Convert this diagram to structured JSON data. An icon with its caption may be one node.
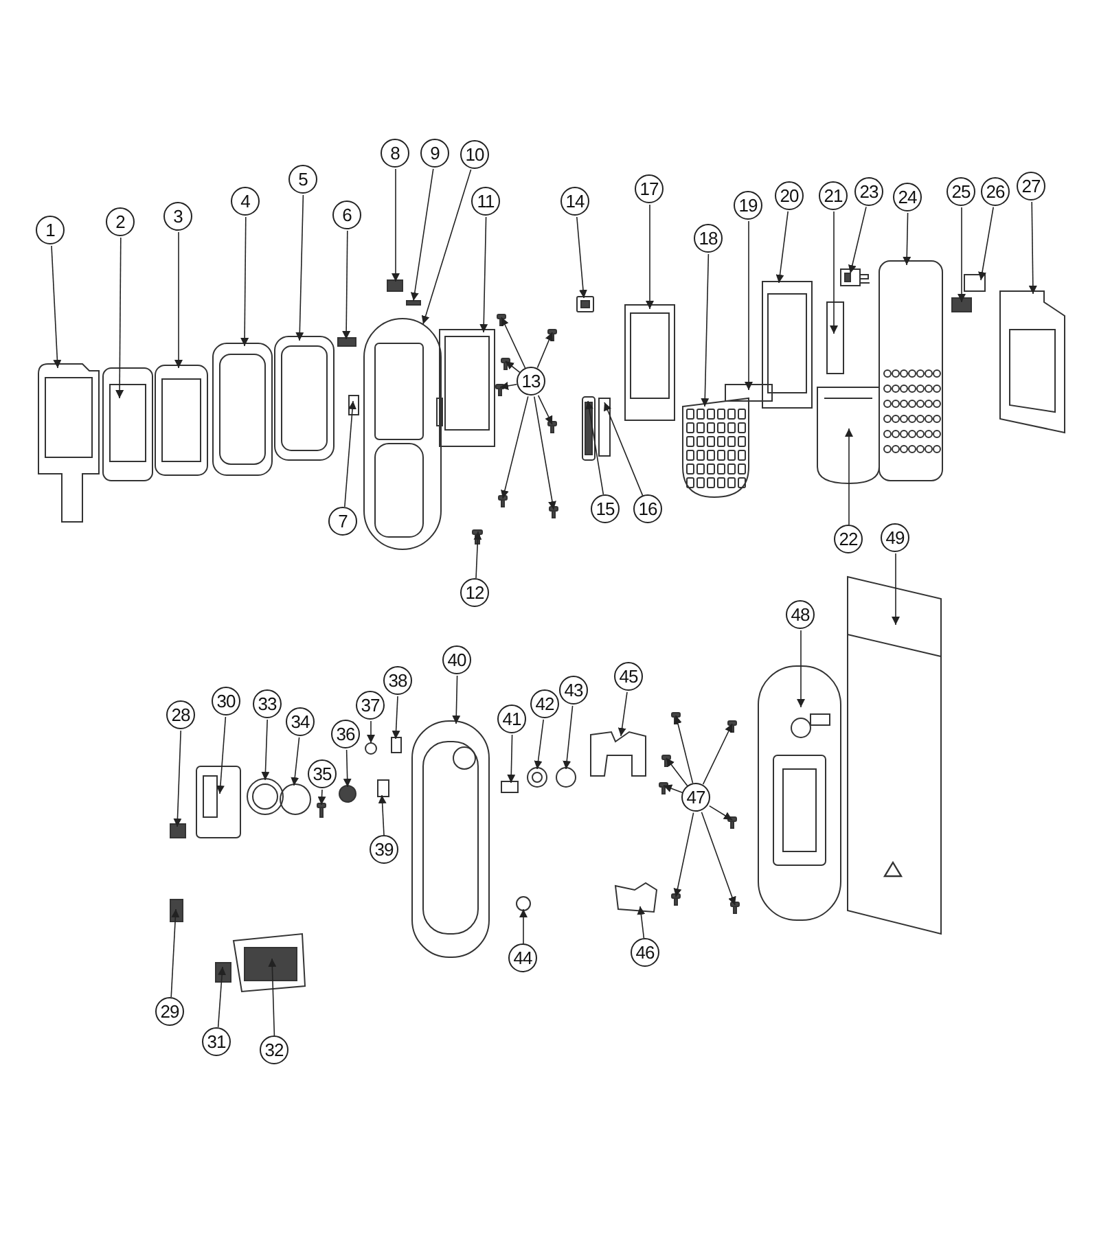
{
  "diagram": {
    "nodes": [
      {
        "text": [
          "1"
        ]
      },
      {
        "text": [
          "2"
        ]
      },
      {
        "text": [
          "3"
        ]
      },
      {
        "text": [
          "4"
        ]
      },
      {
        "text": [
          "5"
        ]
      },
      {
        "text": [
          "6"
        ]
      },
      {
        "text": [
          "7"
        ]
      },
      {
        "text": [
          "8"
        ]
      },
      {
        "text": [
          "9"
        ]
      },
      {
        "text": [
          "10"
        ]
      },
      {
        "text": [
          "11"
        ]
      },
      {
        "text": [
          "12"
        ]
      },
      {
        "text": [
          "13"
        ]
      },
      {
        "text": [
          "14"
        ]
      },
      {
        "text": [
          "15"
        ]
      },
      {
        "text": [
          "16"
        ]
      },
      {
        "text": [
          "17"
        ]
      },
      {
        "text": [
          "18"
        ]
      },
      {
        "text": [
          "19"
        ]
      },
      {
        "text": [
          "20"
        ]
      },
      {
        "text": [
          "21"
        ]
      },
      {
        "text": [
          "22"
        ]
      },
      {
        "text": [
          "23"
        ]
      },
      {
        "text": [
          "24"
        ]
      },
      {
        "text": [
          "25"
        ]
      },
      {
        "text": [
          "26"
        ]
      },
      {
        "text": [
          "27"
        ]
      },
      {
        "text": [
          "28"
        ]
      },
      {
        "text": [
          "29"
        ]
      },
      {
        "text": [
          "30"
        ]
      },
      {
        "text": [
          "31"
        ]
      },
      {
        "text": [
          "32"
        ]
      },
      {
        "text": [
          "33"
        ]
      },
      {
        "text": [
          "34"
        ]
      },
      {
        "text": [
          "35"
        ]
      },
      {
        "text": [
          "36"
        ]
      },
      {
        "text": [
          "37"
        ]
      },
      {
        "text": [
          "38"
        ]
      },
      {
        "text": [
          "39"
        ]
      },
      {
        "text": [
          "40"
        ]
      },
      {
        "text": [
          "41"
        ]
      },
      {
        "text": [
          "42"
        ]
      },
      {
        "text": [
          "43"
        ]
      },
      {
        "text": [
          "44"
        ]
      },
      {
        "text": [
          "45"
        ]
      },
      {
        "text": [
          "46"
        ]
      },
      {
        "text": [
          "47"
        ]
      },
      {
        "text": [
          "48"
        ]
      },
      {
        "text": [
          "49"
        ]
      },
      {
        "text": [],
        "shape": "picture"
      },
      {
        "text": [],
        "shape": "picture"
      },
      {
        "text": [],
        "shape": "picture"
      },
      {
        "text": [],
        "shape": "picture"
      },
      {
        "text": [],
        "shape": "picture"
      },
      {
        "text": [],
        "shape": "box"
      },
      {
        "text": [],
        "shape": "box"
      },
      {
        "text": [],
        "shape": "box"
      },
      {
        "text": [],
        "shape": "box"
      },
      {
        "text": [],
        "shape": "picture"
      },
      {
        "text": [],
        "shape": "picture"
      },
      {
        "text": [],
        "shape": "picture"
      },
      {
        "text": [],
        "shape": "picture"
      },
      {
        "text": [],
        "shape": "picture"
      },
      {
        "text": [],
        "shape": "picture"
      },
      {
        "text": [],
        "shape": "picture"
      },
      {
        "text": [],
        "shape": "picture"
      },
      {
        "text": [],
        "shape": "picture"
      },
      {
        "text": [],
        "shape": "picture"
      },
      {
        "text": [],
        "shape": "picture"
      },
      {
        "text": [],
        "shape": "picture"
      },
      {
        "text": [],
        "shape": "box"
      },
      {
        "text": [],
        "shape": "picture"
      },
      {
        "text": [],
        "shape": "picture"
      },
      {
        "text": [],
        "shape": "box"
      },
      {
        "text": [],
        "shape": "picture"
      },
      {
        "text": [],
        "shape": "box"
      },
      {
        "text": [],
        "shape": "picture"
      },
      {
        "text": [],
        "shape": "picture"
      },
      {
        "text": [],
        "shape": "picture"
      },
      {
        "text": [],
        "shape": "box"
      },
      {
        "text": [],
        "shape": "box"
      },
      {
        "text": [],
        "shape": "picture"
      },
      {
        "text": [],
        "shape": "box"
      },
      {
        "text": [],
        "shape": "box"
      },
      {
        "text": [],
        "shape": "picture"
      },
      {
        "text": [],
        "shape": "box"
      },
      {
        "text": [],
        "shape": "picture"
      },
      {
        "text": [],
        "shape": "picture"
      },
      {
        "text": [],
        "shape": "circle"
      },
      {
        "text": [],
        "shape": "picture"
      },
      {
        "text": [],
        "shape": "circle"
      },
      {
        "text": [],
        "shape": "circle"
      },
      {
        "text": [],
        "shape": "box"
      },
      {
        "text": [],
        "shape": "box"
      },
      {
        "text": [],
        "shape": "picture"
      },
      {
        "text": [],
        "shape": "box"
      },
      {
        "text": [],
        "shape": "picture"
      },
      {
        "text": [],
        "shape": "circle"
      },
      {
        "text": [],
        "shape": "circle"
      },
      {
        "text": [],
        "shape": "picture"
      },
      {
        "text": [],
        "shape": "picture"
      },
      {
        "text": [],
        "shape": "picture"
      },
      {
        "text": [],
        "shape": "picture"
      },
      {
        "text": [],
        "shape": "picture"
      },
      {
        "text": [],
        "shape": "picture"
      },
      {
        "text": [],
        "shape": "picture"
      },
      {
        "text": [],
        "shape": "picture"
      },
      {
        "text": [],
        "shape": "picture"
      },
      {
        "text": [],
        "shape": "picture"
      },
      {
        "text": [],
        "shape": "picture"
      }
    ],
    "edges": [
      {
        "from": 0,
        "to": 49,
        "arrow": "to"
      },
      {
        "from": 1,
        "to": 50,
        "arrow": "to"
      },
      {
        "from": 2,
        "to": 51,
        "arrow": "to"
      },
      {
        "from": 3,
        "to": 52,
        "arrow": "to"
      },
      {
        "from": 4,
        "to": 53,
        "arrow": "to"
      },
      {
        "from": 5,
        "to": 54,
        "arrow": "to"
      },
      {
        "from": 6,
        "to": 55,
        "arrow": "to"
      },
      {
        "from": 7,
        "to": 56,
        "arrow": "to"
      },
      {
        "from": 8,
        "to": 57,
        "arrow": "to"
      },
      {
        "from": 9,
        "to": 58,
        "arrow": "to"
      },
      {
        "from": 10,
        "to": 59,
        "arrow": "to"
      },
      {
        "from": 11,
        "to": 60,
        "arrow": "to"
      },
      {
        "from": 12,
        "to": 61,
        "arrow": "to"
      },
      {
        "from": 12,
        "to": 62,
        "arrow": "to"
      },
      {
        "from": 12,
        "to": 63,
        "arrow": "to"
      },
      {
        "from": 12,
        "to": 64,
        "arrow": "to"
      },
      {
        "from": 12,
        "to": 65,
        "arrow": "to"
      },
      {
        "from": 12,
        "to": 66,
        "arrow": "to"
      },
      {
        "from": 12,
        "to": 67,
        "arrow": "to"
      },
      {
        "from": 13,
        "to": 68,
        "arrow": "to"
      },
      {
        "from": 14,
        "to": 69,
        "arrow": "to"
      },
      {
        "from": 15,
        "to": 70,
        "arrow": "to"
      },
      {
        "from": 16,
        "to": 71,
        "arrow": "to"
      },
      {
        "from": 17,
        "to": 72,
        "arrow": "to"
      },
      {
        "from": 18,
        "to": 73,
        "arrow": "to"
      },
      {
        "from": 19,
        "to": 74,
        "arrow": "to"
      },
      {
        "from": 20,
        "to": 75,
        "arrow": "to"
      },
      {
        "from": 21,
        "to": 76,
        "arrow": "to"
      },
      {
        "from": 22,
        "to": 77,
        "arrow": "to"
      },
      {
        "from": 23,
        "to": 78,
        "arrow": "to"
      },
      {
        "from": 24,
        "to": 79,
        "arrow": "to"
      },
      {
        "from": 25,
        "to": 80,
        "arrow": "to"
      },
      {
        "from": 26,
        "to": 81,
        "arrow": "to"
      },
      {
        "from": 27,
        "to": 82,
        "arrow": "to"
      },
      {
        "from": 28,
        "to": 83,
        "arrow": "to"
      },
      {
        "from": 29,
        "to": 84,
        "arrow": "to"
      },
      {
        "from": 30,
        "to": 85,
        "arrow": "to"
      },
      {
        "from": 31,
        "to": 86,
        "arrow": "to"
      },
      {
        "from": 32,
        "to": 87,
        "arrow": "to"
      },
      {
        "from": 33,
        "to": 88,
        "arrow": "to"
      },
      {
        "from": 34,
        "to": 89,
        "arrow": "to"
      },
      {
        "from": 35,
        "to": 90,
        "arrow": "to"
      },
      {
        "from": 36,
        "to": 91,
        "arrow": "to"
      },
      {
        "from": 37,
        "to": 92,
        "arrow": "to"
      },
      {
        "from": 38,
        "to": 93,
        "arrow": "to"
      },
      {
        "from": 39,
        "to": 94,
        "arrow": "to"
      },
      {
        "from": 40,
        "to": 95,
        "arrow": "to"
      },
      {
        "from": 41,
        "to": 96,
        "arrow": "to"
      },
      {
        "from": 42,
        "to": 97,
        "arrow": "to"
      },
      {
        "from": 43,
        "to": 98,
        "arrow": "to"
      },
      {
        "from": 44,
        "to": 99,
        "arrow": "to"
      },
      {
        "from": 45,
        "to": 100,
        "arrow": "to"
      },
      {
        "from": 46,
        "to": 101,
        "arrow": "to"
      },
      {
        "from": 46,
        "to": 102,
        "arrow": "to"
      },
      {
        "from": 46,
        "to": 103,
        "arrow": "to"
      },
      {
        "from": 46,
        "to": 104,
        "arrow": "to"
      },
      {
        "from": 46,
        "to": 105,
        "arrow": "to"
      },
      {
        "from": 46,
        "to": 106,
        "arrow": "to"
      },
      {
        "from": 46,
        "to": 107,
        "arrow": "to"
      },
      {
        "from": 47,
        "to": 108,
        "arrow": "to"
      },
      {
        "from": 48,
        "to": 109,
        "arrow": "to"
      }
    ]
  }
}
